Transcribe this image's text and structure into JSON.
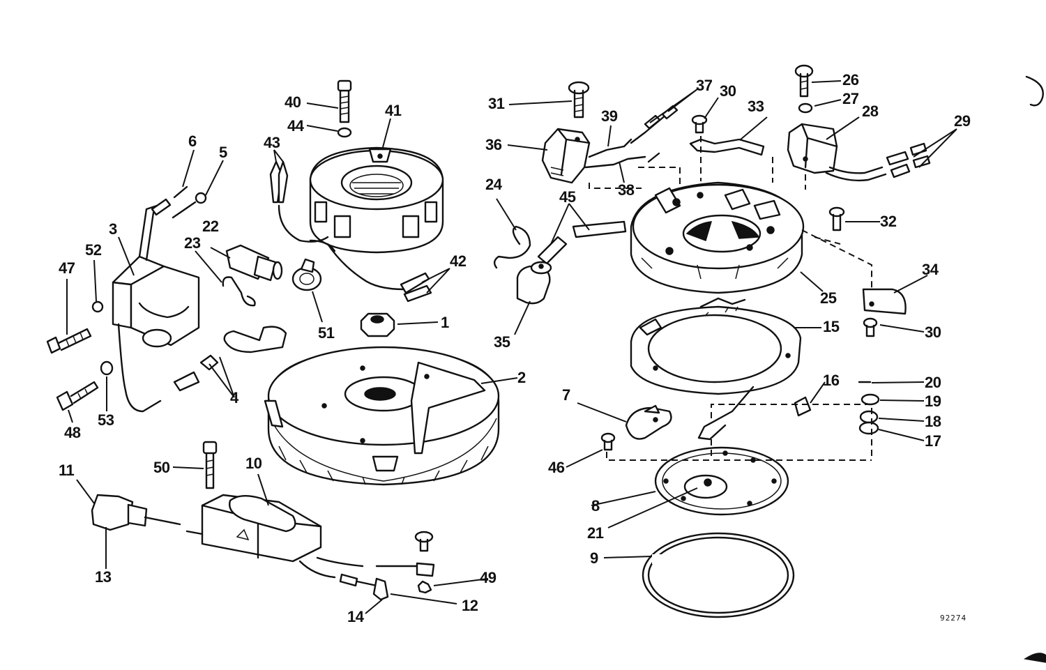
{
  "diagram_code": "92274",
  "callouts": [
    {
      "id": "c1",
      "label": "1"
    },
    {
      "id": "c2",
      "label": "2"
    },
    {
      "id": "c3",
      "label": "3"
    },
    {
      "id": "c4",
      "label": "4"
    },
    {
      "id": "c5",
      "label": "5"
    },
    {
      "id": "c6",
      "label": "6"
    },
    {
      "id": "c7",
      "label": "7"
    },
    {
      "id": "c8",
      "label": "8"
    },
    {
      "id": "c9",
      "label": "9"
    },
    {
      "id": "c10",
      "label": "10"
    },
    {
      "id": "c11",
      "label": "11"
    },
    {
      "id": "c12",
      "label": "12"
    },
    {
      "id": "c13",
      "label": "13"
    },
    {
      "id": "c14",
      "label": "14"
    },
    {
      "id": "c15",
      "label": "15"
    },
    {
      "id": "c16",
      "label": "16"
    },
    {
      "id": "c17",
      "label": "17"
    },
    {
      "id": "c18",
      "label": "18"
    },
    {
      "id": "c19",
      "label": "19"
    },
    {
      "id": "c20",
      "label": "20"
    },
    {
      "id": "c21",
      "label": "21"
    },
    {
      "id": "c22",
      "label": "22"
    },
    {
      "id": "c23",
      "label": "23"
    },
    {
      "id": "c24",
      "label": "24"
    },
    {
      "id": "c25",
      "label": "25"
    },
    {
      "id": "c26",
      "label": "26"
    },
    {
      "id": "c27",
      "label": "27"
    },
    {
      "id": "c28",
      "label": "28"
    },
    {
      "id": "c29",
      "label": "29"
    },
    {
      "id": "c30a",
      "label": "30"
    },
    {
      "id": "c30b",
      "label": "30"
    },
    {
      "id": "c31",
      "label": "31"
    },
    {
      "id": "c32",
      "label": "32"
    },
    {
      "id": "c33",
      "label": "33"
    },
    {
      "id": "c34",
      "label": "34"
    },
    {
      "id": "c35",
      "label": "35"
    },
    {
      "id": "c36",
      "label": "36"
    },
    {
      "id": "c37",
      "label": "37"
    },
    {
      "id": "c38",
      "label": "38"
    },
    {
      "id": "c39",
      "label": "39"
    },
    {
      "id": "c40",
      "label": "40"
    },
    {
      "id": "c41",
      "label": "41"
    },
    {
      "id": "c42",
      "label": "42"
    },
    {
      "id": "c43",
      "label": "43"
    },
    {
      "id": "c44",
      "label": "44"
    },
    {
      "id": "c45",
      "label": "45"
    },
    {
      "id": "c46",
      "label": "46"
    },
    {
      "id": "c47",
      "label": "47"
    },
    {
      "id": "c48",
      "label": "48"
    },
    {
      "id": "c49",
      "label": "49"
    },
    {
      "id": "c50",
      "label": "50"
    },
    {
      "id": "c51",
      "label": "51"
    },
    {
      "id": "c52",
      "label": "52"
    },
    {
      "id": "c53",
      "label": "53"
    }
  ]
}
